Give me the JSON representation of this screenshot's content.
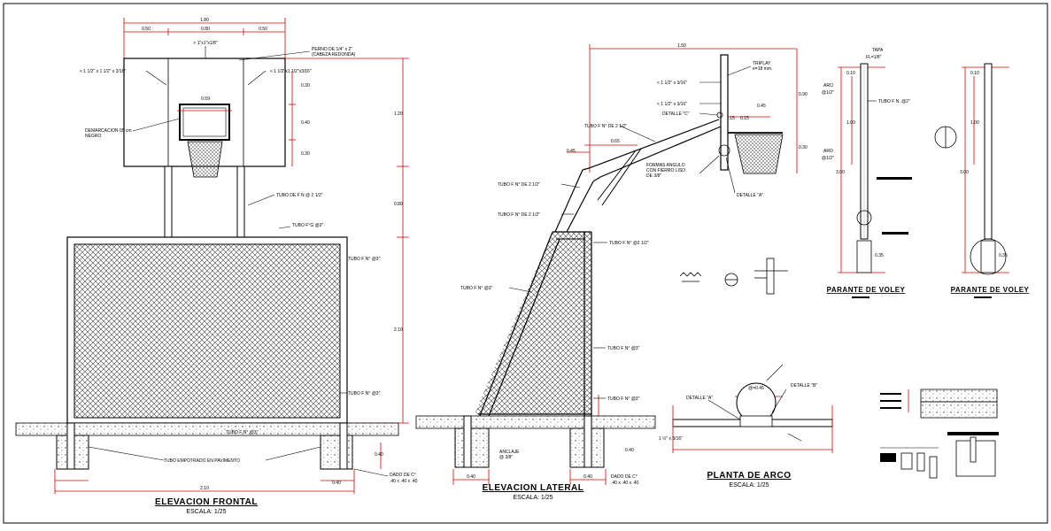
{
  "views": {
    "front": {
      "title": "ELEVACION FRONTAL",
      "scale": "ESCALA: 1/25"
    },
    "side": {
      "title": "ELEVACION LATERAL",
      "scale": "ESCALA: 1/25"
    },
    "plan": {
      "title": "PLANTA DE ARCO",
      "scale": "ESCALA: 1/25"
    },
    "post1": {
      "title": "PARANTE DE VOLEY"
    },
    "post2": {
      "title": "PARANTE DE VOLEY"
    }
  },
  "front_labels": {
    "angle_top": "< 1\"x1\"x1/8\"",
    "angle_left": "< 1 1/2\" x 1 1/2\" x 3/16\"",
    "angle_right": "< 1 1/2\"x1 1/2\"x3/16\"",
    "bolt": "PERNO DE 1/4\" x 2\"",
    "bolt_sub": "(CABEZA REDONDA)",
    "demarc": "DEMARCACION  05 cm",
    "demarc2": "NEGRO",
    "tube_upper": "TUBO DE F N @ 2 1/2\"",
    "tube_frame": "TUBO F°G @3\"",
    "tube_side": "TUBO F N° @3\"",
    "tube_lower": "TUBO F N° @3\"",
    "tube_bottom": "TUBO F N° @3\"",
    "embed": "TUBO EMPOTRADO EN PAVIMENTO",
    "dado": "DADO DE C°",
    "dado2": ".40 x .40 x .40"
  },
  "front_dims": {
    "total_w": "1.80",
    "w1": "0.50",
    "w2": "0.80",
    "w3": "0.50",
    "inner": "0.59",
    "h1": "0.30",
    "h2": "0.40",
    "h3": "0.30",
    "h_board": "1.20",
    "h_mid": "0.80",
    "h_low": "2.10",
    "bottom": "2.10",
    "foot": "0.40",
    "foot2": "0.40"
  },
  "side_labels": {
    "tube_top": "TUBO F N° DE 2 1/2\"",
    "angle1": "< 1 1/2\" x 3/16\"",
    "angle2": "< 1 1/2\" x 3/16\"",
    "detail_c": "DETALLE \"C\"",
    "triplay": "TRIPLAY",
    "triplay2": "e=18 mm.",
    "forms": "FORMAS ANGULO",
    "forms2": "CON FIERRO LISO",
    "forms3": "DE 3/8\"",
    "detail_a": "DETALLE \"A\"",
    "tube_a": "TUBO F N° DE 2 1/2\"",
    "tube_b": "TUBO F N° DE 2 1/2\"",
    "tube_c": "TUBO F N° @2 1/2\"",
    "tube_d": "TUBO F N° @3\"",
    "tube_e": "TUBO F N° @3\"",
    "tube_f": "TUBO F N° @3\"",
    "anchor": "ANCLAJE",
    "anchor2": "@ 3/8\"",
    "dado": "DADO DE C°",
    "dado2": ".40 x .40 x .40"
  },
  "side_dims": {
    "top": "1.50",
    "d1": "0.45",
    "d2": "0.90",
    "d3": "0.30",
    "d4": "0.45",
    "d5": "0.65",
    "d6": "0.15",
    "d7": "0.15",
    "foot": "0.40",
    "foot2": "0.40",
    "foot3": "0.40"
  },
  "post_labels": {
    "tapa": "TAPA",
    "fl": "FL=1/8\"",
    "aro": "ARO",
    "aro_d": "@1/2\"",
    "aro2": "ARO",
    "aro2_d": "@1/2\"",
    "tube": "TUBO F N. @2\"",
    "d1": "0.10",
    "d2": "1.00",
    "d3": "3.00",
    "d4": "0.35",
    "e1": "0.10",
    "e2": "1.00",
    "e3": "3.00",
    "e4": "0.35"
  },
  "plan_labels": {
    "detail_a": "DETALLE \"A\"",
    "detail_b": "DETALLE \"B\"",
    "diam": "@=0.45",
    "angle": "1 ½\" x 3/16\""
  },
  "colors": {
    "ink": "#000000",
    "dimension": "#d40000",
    "grey": "#808080",
    "hatch": "#555555"
  }
}
